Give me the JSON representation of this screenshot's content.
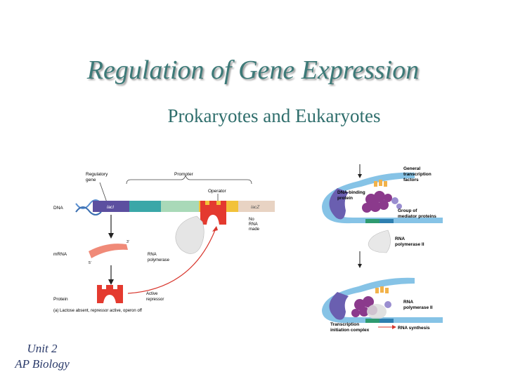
{
  "slide": {
    "title": "Regulation of Gene Expression",
    "subtitle": "Prokaryotes and Eukaryotes",
    "footer_line1": "Unit 2",
    "footer_line2": "AP Biology"
  },
  "left_figure": {
    "regulatory_gene_l1": "Regulatory",
    "regulatory_gene_l2": "gene",
    "promoter": "Promoter",
    "operator": "Operator",
    "dna": "DNA",
    "lacI": "lacI",
    "lacZ": "lacZ",
    "no_rna_l1": "No",
    "no_rna_l2": "RNA",
    "no_rna_l3": "made",
    "three_prime": "3'",
    "five_prime": "5'",
    "mrna": "mRNA",
    "rna_polymerase_l1": "RNA",
    "rna_polymerase_l2": "polymerase",
    "active_repressor_l1": "Active",
    "active_repressor_l2": "repressor",
    "protein": "Protein",
    "caption": "(a) Lactose absent, repressor active, operon off"
  },
  "right_figure": {
    "general_tf_l1": "General",
    "general_tf_l2": "transcription",
    "general_tf_l3": "factors",
    "dna_binding_l1": "DNA-binding",
    "dna_binding_l2": "protein",
    "mediator_l1": "Group of",
    "mediator_l2": "mediator proteins",
    "rna_pol_l1": "RNA",
    "rna_pol_l2": "polymerase II",
    "rna_pol2_l1": "RNA",
    "rna_pol2_l2": "polymerase II",
    "tic_l1": "Transcription",
    "tic_l2": "initiation complex",
    "rna_synthesis": "RNA synthesis"
  },
  "colors": {
    "title": "#3d7a78",
    "lacI": "#5c4fa0",
    "promoter_teal": "#3aa7a8",
    "promoter_green": "#a9d9b8",
    "operator": "#f2c23a",
    "repressor": "#e43a2f",
    "lacZ": "#e8d3c3",
    "mrna": "#f08a78",
    "dna_loop": "#86c3e6",
    "mediator": "#8b3a8c"
  }
}
